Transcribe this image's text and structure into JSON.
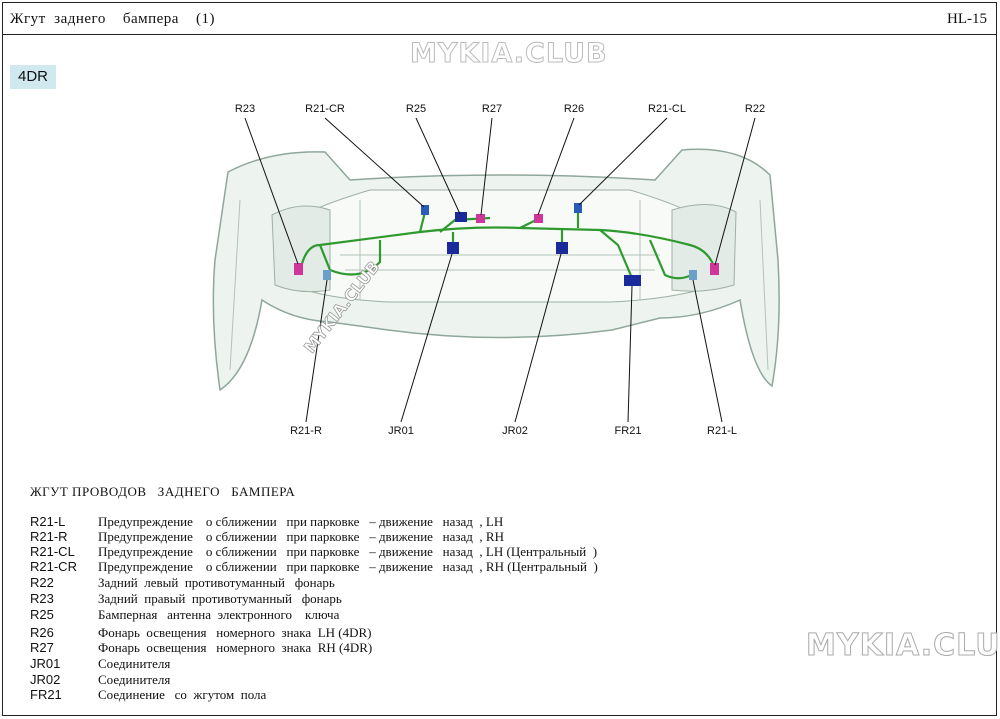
{
  "header": {
    "title": "Жгут  заднего    бампера    (1)",
    "page_code": "HL-15"
  },
  "watermarks": {
    "top": "MYKIA.CLUB",
    "right": "MYKIA.CLUB",
    "diagonal": "MYKIA.CLUB"
  },
  "variant": "4DR",
  "callouts_top": [
    "R23",
    "R21-CR",
    "R25",
    "R27",
    "R26",
    "R21-CL",
    "R22"
  ],
  "callouts_bottom": [
    "R21-R",
    "JR01",
    "JR02",
    "FR21",
    "R21-L"
  ],
  "legend": {
    "heading": "ЖГУТ ПРОВОДОВ   ЗАДНЕГО   БАМПЕРА",
    "items": [
      {
        "code": "R21-L",
        "desc": "Предупреждение    о сближении   при парковке   – движение   назад  , LH"
      },
      {
        "code": "R21-R",
        "desc": "Предупреждение    о сближении   при парковке   – движение   назад  , RH"
      },
      {
        "code": "R21-CL",
        "desc": "Предупреждение    о сближении   при парковке   – движение   назад  , LH (Центральный  )"
      },
      {
        "code": "R21-CR",
        "desc": "Предупреждение    о сближении   при парковке   – движение   назад  , RH (Центральный  )"
      },
      {
        "code": "R22",
        "desc": "Задний  левый  противотуманный   фонарь"
      },
      {
        "code": "R23",
        "desc": "Задний  правый  противотуманный   фонарь"
      },
      {
        "code": "R25",
        "desc": "Бамперная   антенна  электронного    ключа"
      },
      {
        "code": "R26",
        "desc": "Фонарь  освещения   номерного  знака  LH (4DR)"
      },
      {
        "code": "R27",
        "desc": "Фонарь  освещения   номерного  знака  RH (4DR)"
      },
      {
        "code": "JR01",
        "desc": "Соединителя"
      },
      {
        "code": "JR02",
        "desc": "Соединителя"
      },
      {
        "code": "FR21",
        "desc": "Соединение   со  жгутом  пола"
      }
    ]
  },
  "colors": {
    "harness": "#2e9a2e",
    "connector_blue": "#1a2a9a",
    "connector_magenta": "#d0369a",
    "bumper_fill": "#edf3ee",
    "bumper_edge": "#8fa79a"
  }
}
